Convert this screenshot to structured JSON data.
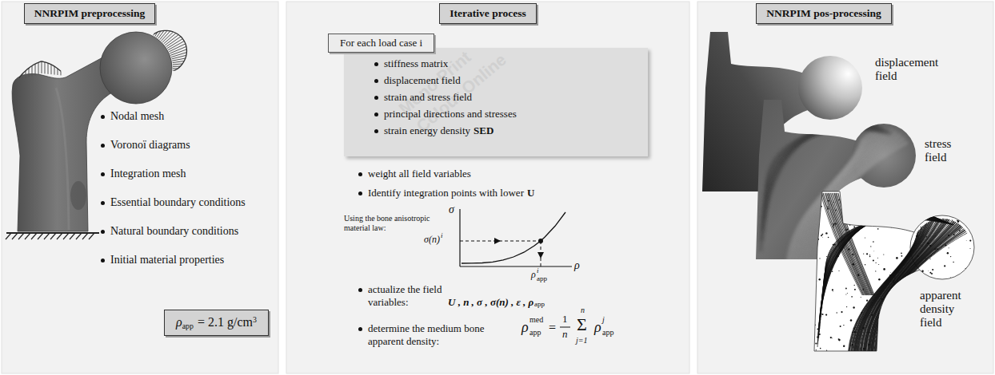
{
  "diagram": {
    "nodes": [
      {
        "text": [
          "Nodal mesh",
          "Voronoï diagrams",
          "Integration mesh",
          "Essential boundary conditions",
          "Natural boundary conditions",
          "Initial material properties"
        ]
      },
      {
        "text": [
          "NNRPIM preprocessing"
        ],
        "in": 0
      },
      {
        "text": [
          "ρ",
          "app",
          "= 2.1 g/cm",
          "3"
        ],
        "in": 0
      },
      {
        "text": [
          "weight all field variables",
          "Identify integration points with lower",
          "U",
          "actualize the field variables:",
          "U , n , σ , σ(n) , ε , ρ",
          "app",
          "determine the medium bone apparent density:"
        ]
      },
      {
        "text": [
          "Iterative process"
        ],
        "in": 3
      },
      {
        "text": [
          "stiffness matrix",
          "displacement field",
          "strain and stress field",
          "principal directions and stresses",
          "strain energy density",
          "SED"
        ],
        "in": 3
      },
      {
        "text": [
          "For each load case i"
        ],
        "in": 5
      },
      {
        "text": [
          "displacement field",
          "stress field",
          "apparent density field"
        ]
      },
      {
        "text": [
          "NNRPIM pos-processing"
        ],
        "in": 7
      }
    ],
    "labels": [
      "Using the bone anisotropic material law:",
      "σ",
      "ρ",
      "σ(n)",
      "i",
      "ρ",
      "i",
      "app",
      "ρ",
      "med",
      "app",
      "=",
      "1",
      "n",
      "n",
      "Σ",
      "j=1",
      "ρ",
      "j",
      "app",
      "Mono Print",
      "Colour Online"
    ]
  }
}
